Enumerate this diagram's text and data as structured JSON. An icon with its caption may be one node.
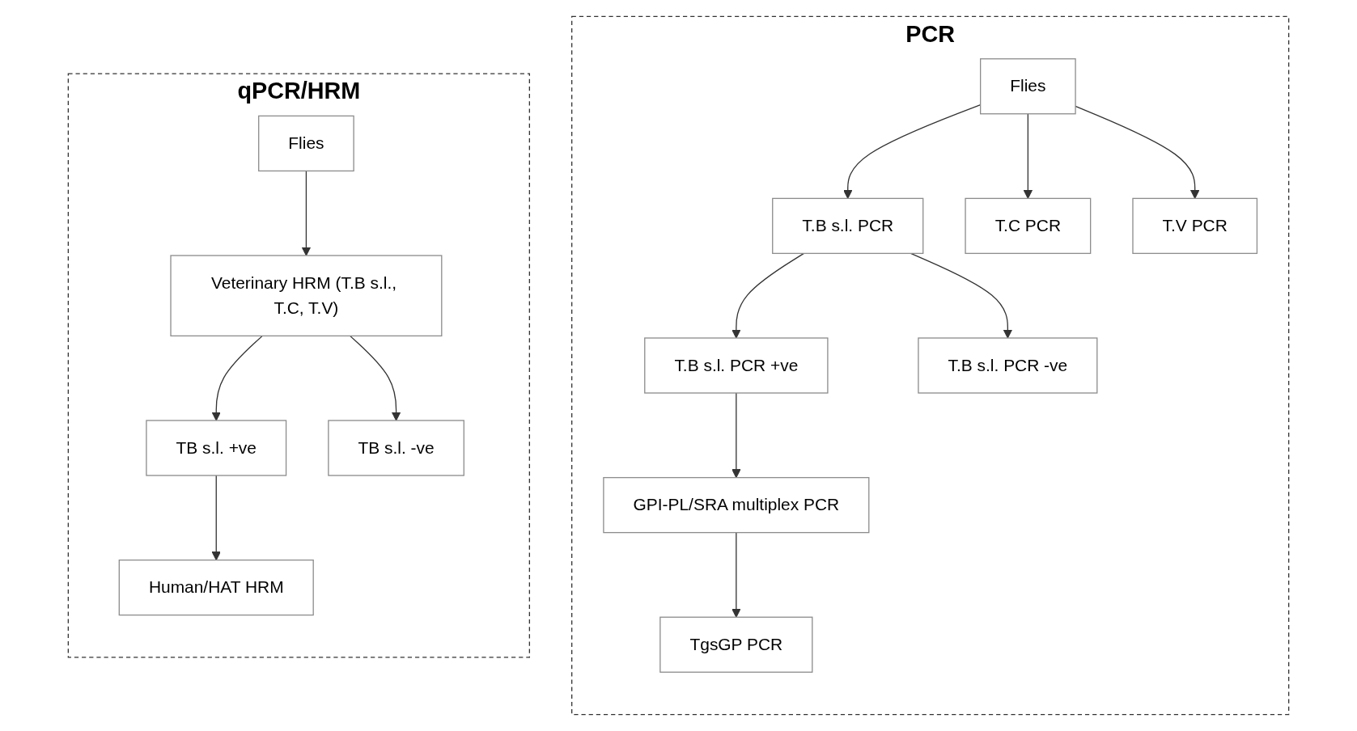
{
  "diagram": {
    "nodes": [
      {
        "text": [
          "PCR"
        ]
      },
      {
        "text": [
          "Flies"
        ],
        "in": 0
      },
      {
        "text": [
          "T.B s.l. PCR"
        ],
        "in": 0
      },
      {
        "text": [
          "T.C PCR"
        ],
        "in": 0
      },
      {
        "text": [
          "T.V PCR"
        ],
        "in": 0
      },
      {
        "text": [
          "T.B s.l. PCR +ve"
        ],
        "in": 0
      },
      {
        "text": [
          "T.B s.l. PCR -ve"
        ],
        "in": 0
      },
      {
        "text": [
          "GPI-PL/SRA multiplex PCR"
        ],
        "in": 0
      },
      {
        "text": [
          "TgsGP PCR"
        ],
        "in": 0
      },
      {
        "text": [
          "qPCR/HRM"
        ]
      },
      {
        "text": [
          "Flies"
        ],
        "in": 9
      },
      {
        "text": [
          "Veterinary HRM (T.B s.l., T.C, T.V)"
        ],
        "in": 9
      },
      {
        "text": [
          "TB s.l. +ve"
        ],
        "in": 9
      },
      {
        "text": [
          "TB s.l. -ve"
        ],
        "in": 9
      },
      {
        "text": [
          "Human/HAT HRM"
        ],
        "in": 9
      }
    ],
    "edges": [
      {
        "from": 1,
        "to": 2,
        "arrow": "to"
      },
      {
        "from": 1,
        "to": 3,
        "arrow": "to"
      },
      {
        "from": 1,
        "to": 4,
        "arrow": "to"
      },
      {
        "from": 2,
        "to": 5,
        "arrow": "to"
      },
      {
        "from": 2,
        "to": 6,
        "arrow": "to"
      },
      {
        "from": 5,
        "to": 7,
        "arrow": "to"
      },
      {
        "from": 7,
        "to": 8,
        "arrow": "to"
      },
      {
        "from": 10,
        "to": 11,
        "arrow": "to"
      },
      {
        "from": 11,
        "to": 12,
        "arrow": "to"
      },
      {
        "from": 11,
        "to": 13,
        "arrow": "to"
      },
      {
        "from": 12,
        "to": 14,
        "arrow": "to"
      }
    ]
  }
}
